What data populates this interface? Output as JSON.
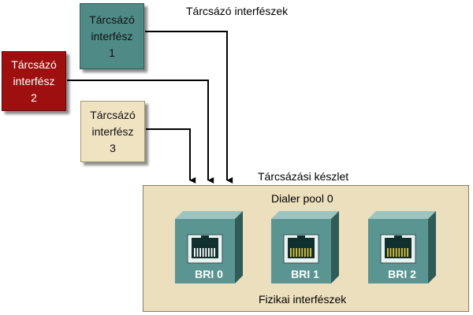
{
  "labels": {
    "top": "Tárcsázó interfészek",
    "pool_title": "Tárcsázási készlet",
    "dialer_pool": "Dialer pool 0",
    "physical": "Fizikai interfészek"
  },
  "dialer_interfaces": [
    {
      "line1": "Tárcsázó",
      "line2": "interfész",
      "number": "1",
      "color": "#4f8a86"
    },
    {
      "line1": "Tárcsázó",
      "line2": "interfész",
      "number": "2",
      "color": "#9e1010"
    },
    {
      "line1": "Tárcsázó",
      "line2": "interfész",
      "number": "3",
      "color": "#efe3c2"
    }
  ],
  "physical_ports": [
    {
      "label": "BRI 0",
      "pins_color": "#ffffff"
    },
    {
      "label": "BRI 1",
      "pins_color": "#e0c23a"
    },
    {
      "label": "BRI 2",
      "pins_color": "#e0c23a"
    }
  ],
  "colors": {
    "pool_background": "#ecdfbe",
    "port_face": "#5b9592",
    "connector_line": "#000000"
  }
}
